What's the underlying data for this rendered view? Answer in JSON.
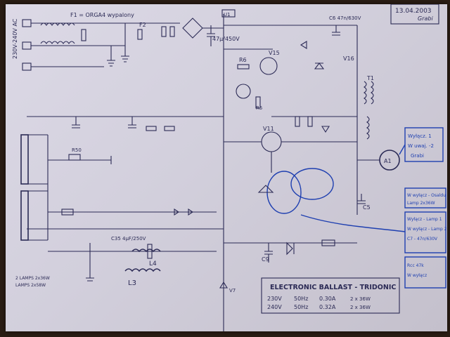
{
  "header": {
    "date": "13.04.2003",
    "author": "Grabi"
  },
  "mains": {
    "input_label": "230V-240V AC",
    "fuse_f1": "F1 = ORGA4 wypalony",
    "fuse_f2": "F2",
    "cap_main": "47µ/450V",
    "node_u1": "U1"
  },
  "components": {
    "c6": "C6 47n/630V",
    "r6": "R6",
    "v15": "V15",
    "v16": "V16",
    "t1": "T1",
    "v11": "V11",
    "r5": "R5",
    "l3": "L3",
    "l4": "L4",
    "c9": "C9",
    "c5": "C5",
    "a1": "A1",
    "v7": "V7",
    "r50": "R50",
    "c35": "C35 4µF/250V"
  },
  "notes": {
    "box_right_1": "Wyłącz. 1",
    "box_right_2": "W uwaj. -2",
    "box_right_3": "Grabi",
    "lamp_side_1": "W wyłącz - Osaldu",
    "lamp_side_2": "Wyłącz - Lamp 1",
    "lamp_side_3": "W wyłącz - Lamp 2",
    "lamp_side_4": "C7 - 47n/630V",
    "side_small": "Lamp 2x36W",
    "bottom_right_a": "Rcc 47k",
    "bottom_right_b": "W wyłącz",
    "bottom_left_1": "2 LAMPS 2x36W",
    "bottom_left_2": "LAMPS 2x58W"
  },
  "title_block": {
    "title": "ELECTRONIC BALLAST - TRIDONIC",
    "row1_v": "230V",
    "row1_hz": "50Hz",
    "row1_a": "0.30A",
    "row1_lamp": "2 x 36W",
    "row2_v": "240V",
    "row2_hz": "50Hz",
    "row2_a": "0.32A",
    "row2_lamp": "2 x 36W"
  }
}
